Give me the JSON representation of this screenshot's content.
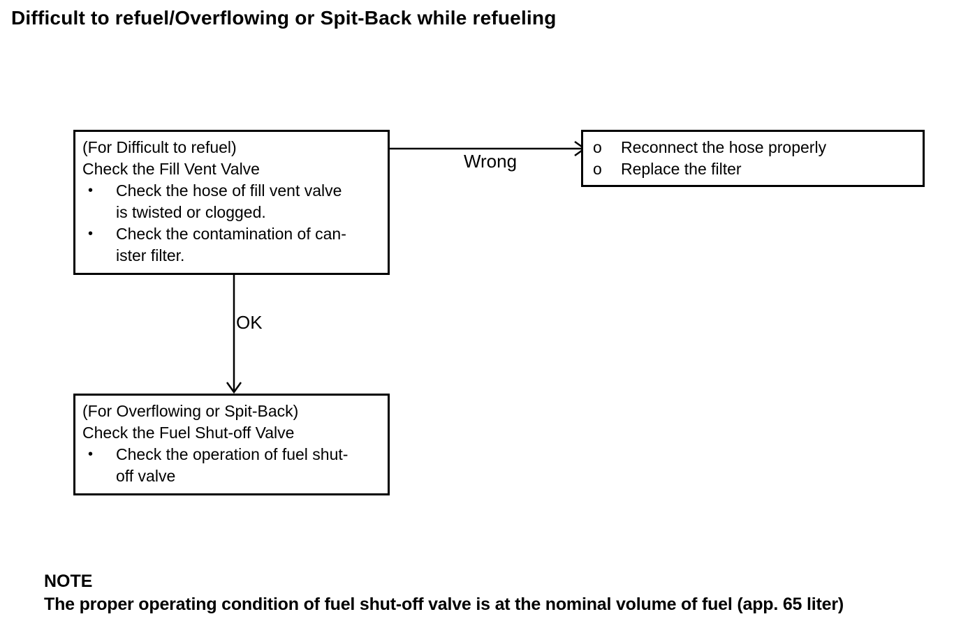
{
  "page": {
    "title": "Difficult to refuel/Overflowing or Spit-Back while refueling"
  },
  "flowchart": {
    "fill_vent_box": {
      "header1": "(For Difficult to refuel)",
      "header2": "Check the Fill Vent Valve",
      "bullet_marker": "•",
      "bullets": [
        {
          "text": "Check the hose of fill vent valve\nis twisted or clogged."
        },
        {
          "text": "Check the contamination of can-\nister filter."
        }
      ]
    },
    "remedy_box": {
      "bullet_marker": "o",
      "items": [
        {
          "text": "Reconnect the hose properly"
        },
        {
          "text": "Replace the filter"
        }
      ]
    },
    "shutoff_box": {
      "header1": "(For Overflowing or Spit-Back)",
      "header2": "Check the Fuel Shut-off Valve",
      "bullet_marker": "•",
      "bullets": [
        {
          "text": "Check the operation of fuel shut-\noff valve"
        }
      ]
    },
    "edges": {
      "wrong_label": "Wrong",
      "ok_label": "OK"
    }
  },
  "note": {
    "label": "NOTE",
    "text": "The proper operating condition of fuel shut-off valve is at the nominal volume of fuel (app. 65 liter)"
  },
  "colors": {
    "ink": "#000000",
    "background": "#ffffff"
  }
}
